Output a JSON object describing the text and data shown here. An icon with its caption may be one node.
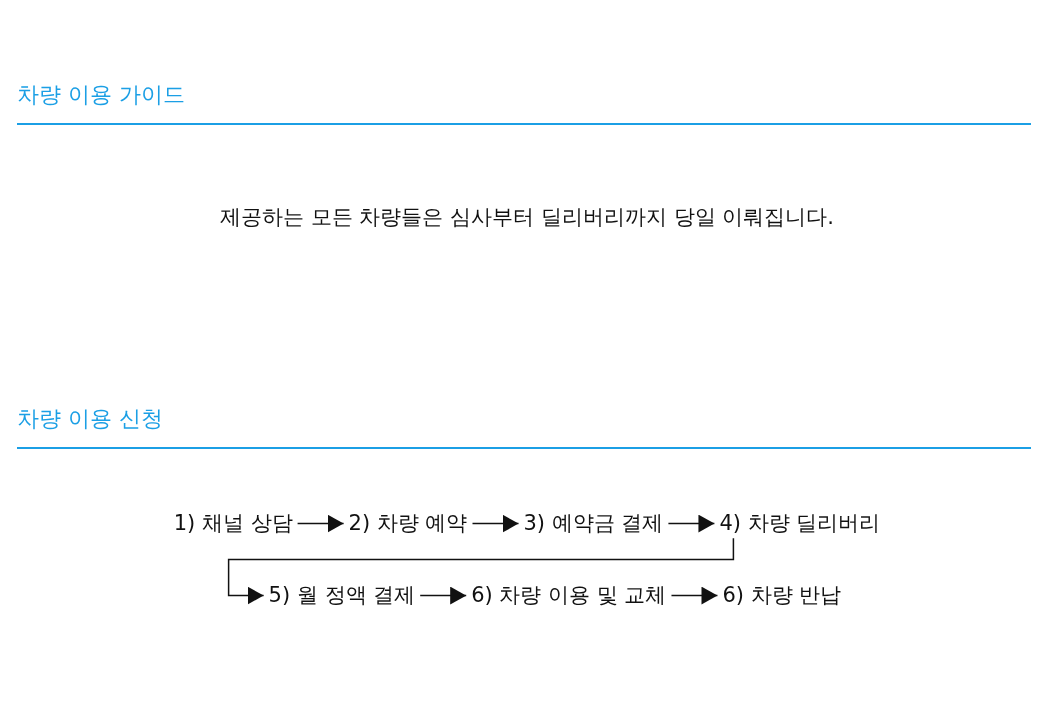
{
  "diagram": {
    "nodes": [
      {
        "text": [
          "1) 채널 상담"
        ]
      },
      {
        "text": [
          "2) 차량 예약"
        ]
      },
      {
        "text": [
          "3) 예약금 결제"
        ]
      },
      {
        "text": [
          "4) 차량 딜리버리"
        ]
      },
      {
        "text": [
          "5) 월 정액 결제"
        ]
      },
      {
        "text": [
          "6) 차량 이용 및 교체"
        ]
      },
      {
        "text": [
          "6) 차량 반납"
        ]
      }
    ],
    "edges": [
      {
        "from": 0,
        "to": 1,
        "arrow": "to"
      },
      {
        "from": 1,
        "to": 2,
        "arrow": "to"
      },
      {
        "from": 2,
        "to": 3,
        "arrow": "to"
      },
      {
        "from": 3,
        "to": 4,
        "arrow": "to"
      },
      {
        "from": 4,
        "to": 5,
        "arrow": "to"
      },
      {
        "from": 5,
        "to": 6,
        "arrow": "to"
      }
    ],
    "labels": [
      "차량 이용 가이드",
      "제공하는 모든 차량들은 심사부터 딜리버리까지 당일 이뤄집니다.",
      "차량 이용 신청"
    ]
  }
}
